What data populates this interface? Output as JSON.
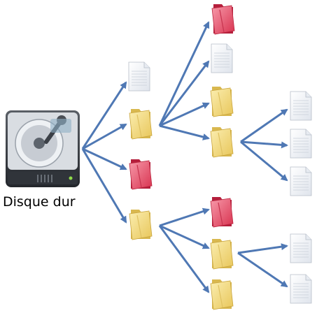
{
  "drive": {
    "label": "Disque dur",
    "icon": "hard-drive-icon"
  },
  "tree": {
    "root": "hard-drive",
    "level1": [
      "document",
      "folder",
      "folder-red",
      "folder"
    ],
    "branch_a": [
      "folder-red",
      "document",
      "folder",
      "folder"
    ],
    "branch_a_sub": [
      "document",
      "document",
      "document"
    ],
    "branch_b": [
      "folder-red",
      "folder",
      "folder"
    ],
    "branch_b_sub": [
      "document",
      "document"
    ]
  },
  "colors": {
    "arrow": "#4f78b4",
    "folder_yellow": "#f0d77a",
    "folder_red": "#e2506a",
    "document": "#f4f6fa"
  }
}
